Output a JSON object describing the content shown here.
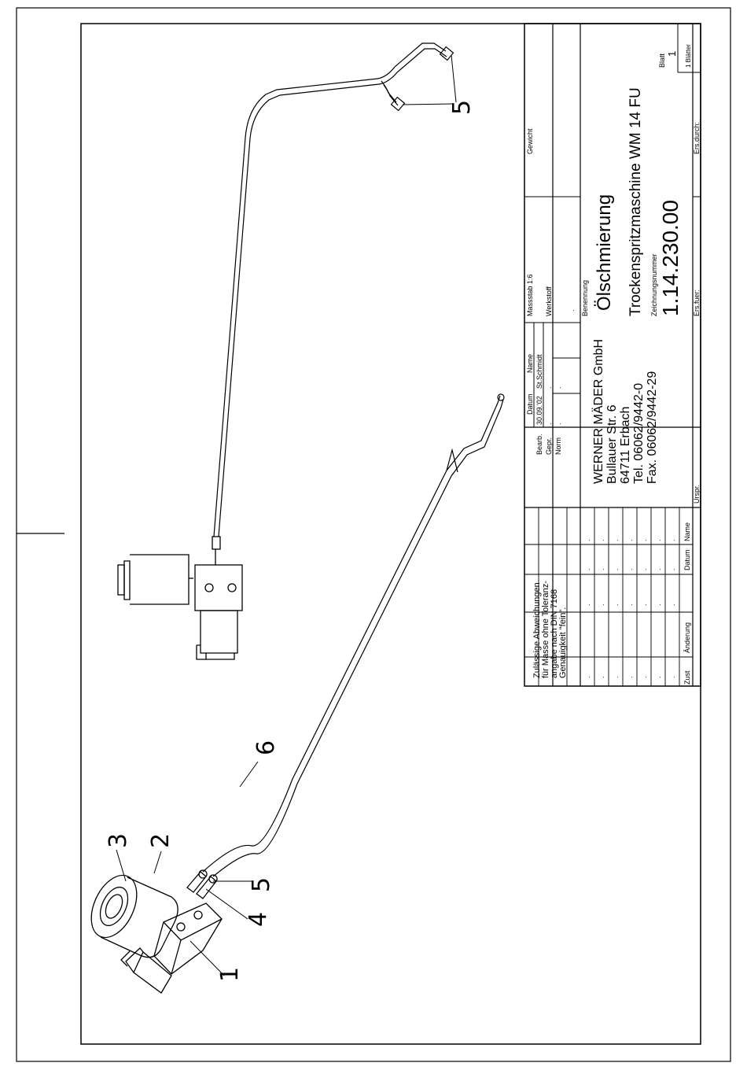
{
  "drawing": {
    "part_labels": {
      "p1": "1",
      "p2": "2",
      "p3": "3",
      "p4": "4",
      "p5a": "5",
      "p5b": "5",
      "p6": "6"
    }
  },
  "title_block": {
    "tolerance_note": [
      "Zulässige Abweichungen",
      "für Masse ohne Toleranz-",
      "angabe nach DIN 7168",
      "Genauigkeit \"fein\"."
    ],
    "header_datum": "Datum",
    "header_name": "Name",
    "rows": [
      {
        "label": "Bearb.",
        "datum": "30.09.'02",
        "name": "St.Schmidt"
      },
      {
        "label": "Gepr.",
        "datum": ".",
        "name": "."
      },
      {
        "label": "Norm",
        "datum": ".",
        "name": "."
      }
    ],
    "scale_label": "Massstab 1:6",
    "weight_label": "Gewicht",
    "material_label": "Werkstoff",
    "material_value": ".",
    "company": {
      "name": "WERNER MÄDER GmbH",
      "street": "Bullauer Str. 6",
      "city": "64711 Erbach",
      "tel": "Tel. 06062/9442-0",
      "fax": "Fax. 06062/9442-29"
    },
    "designation_label": "Benennung",
    "title_line1": "Ölschmierung",
    "title_line2": "Trockenspritzmaschine WM 14 FU",
    "drawing_number_label": "Zeichnungsnummer",
    "drawing_number": "1.14.230.00",
    "sheet_label": "Blatt",
    "sheet_value": "1",
    "sheets_total": "1 Blätter",
    "revision_cells": ".",
    "rev_header_zust": "Zust",
    "rev_header_aenderung": "Änderung",
    "rev_header_datum": "Datum",
    "rev_header_name": "Name",
    "urspr_label": "Urspr.",
    "ers_fuer_label": "Ers.fuer:",
    "ers_durch_label": "Ers.durch:"
  }
}
